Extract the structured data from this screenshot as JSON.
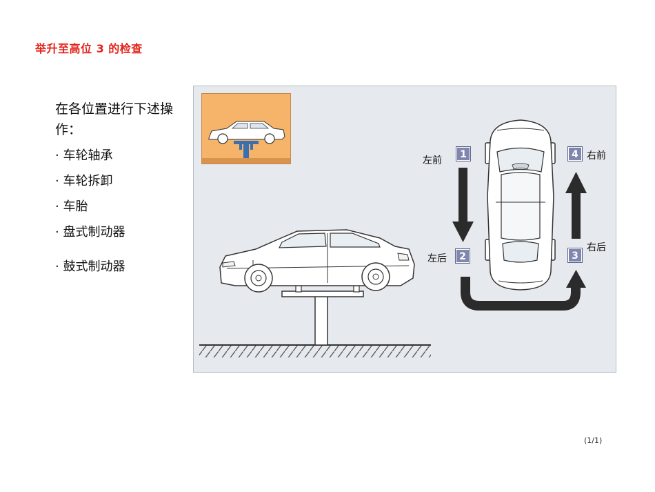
{
  "title": "举升至高位 3 的检查",
  "intro": "在各位置进行下述操作：",
  "items": [
    "· 车轮轴承",
    "· 车轮拆卸",
    "· 车胎",
    "· 盘式制动器",
    "· 鼓式制动器"
  ],
  "positions": [
    {
      "number": "1",
      "label": "左前"
    },
    {
      "number": "2",
      "label": "左后"
    },
    {
      "number": "3",
      "label": "右后"
    },
    {
      "number": "4",
      "label": "右前"
    }
  ],
  "page_number": "(1/1)",
  "colors": {
    "title": "#e2231a",
    "badge": "#8086ad",
    "thumbnail": "#f6b36a",
    "panel": "#e6e9ed",
    "lift": "#3a6fb0"
  }
}
